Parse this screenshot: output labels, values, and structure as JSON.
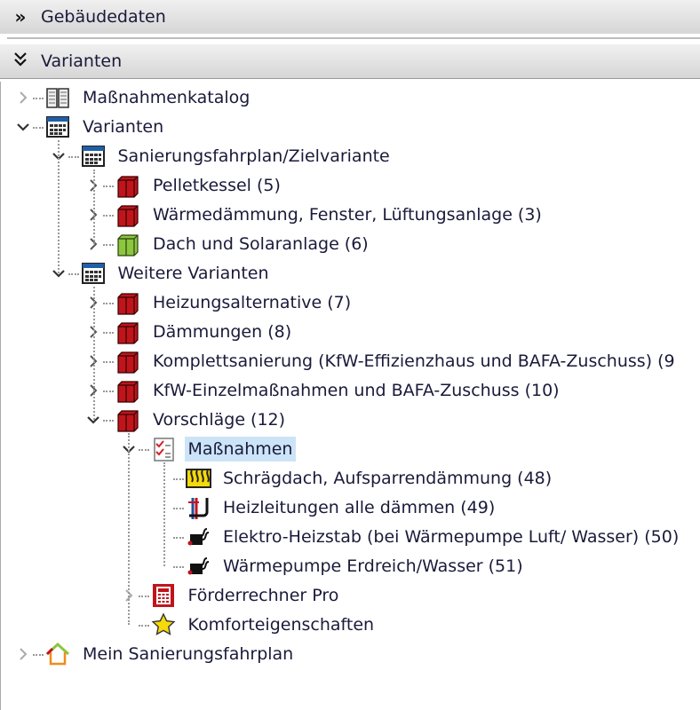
{
  "panels": [
    {
      "label": "Gebäudedaten",
      "state": "collapsed"
    },
    {
      "label": "Varianten",
      "state": "expanded"
    }
  ],
  "tree": [
    {
      "label": "Maßnahmenkatalog",
      "level": 0,
      "toggle": "collapsed-gray",
      "icon": "book-icon"
    },
    {
      "label": "Varianten",
      "level": 0,
      "toggle": "expanded",
      "icon": "calendar-icon"
    },
    {
      "label": "Sanierungsfahrplan/Zielvariante",
      "level": 1,
      "toggle": "expanded",
      "icon": "calendar-icon"
    },
    {
      "label": "Pelletkessel (5)",
      "level": 2,
      "toggle": "collapsed",
      "icon": "red-box-icon"
    },
    {
      "label": "Wärmedämmung, Fenster, Lüftungsanlage (3)",
      "level": 2,
      "toggle": "collapsed",
      "icon": "red-box-icon"
    },
    {
      "label": "Dach und Solaranlage (6)",
      "level": 2,
      "toggle": "collapsed",
      "icon": "green-box-icon"
    },
    {
      "label": "Weitere Varianten",
      "level": 1,
      "toggle": "expanded",
      "icon": "calendar-icon"
    },
    {
      "label": "Heizungsalternative (7)",
      "level": 2,
      "toggle": "collapsed",
      "icon": "red-box-icon"
    },
    {
      "label": "Dämmungen (8)",
      "level": 2,
      "toggle": "collapsed",
      "icon": "red-box-icon"
    },
    {
      "label": "Komplettsanierung (KfW-Effizienzhaus und BAFA-Zuschuss) (9",
      "level": 2,
      "toggle": "collapsed",
      "icon": "red-box-icon"
    },
    {
      "label": "KfW-Einzelmaßnahmen und BAFA-Zuschuss (10)",
      "level": 2,
      "toggle": "collapsed",
      "icon": "red-box-icon"
    },
    {
      "label": "Vorschläge (12)",
      "level": 2,
      "toggle": "expanded",
      "icon": "red-box-icon"
    },
    {
      "label": "Maßnahmen",
      "level": 3,
      "toggle": "expanded",
      "icon": "checklist-icon",
      "selected": true
    },
    {
      "label": "Schrägdach, Aufsparrendämmung (48)",
      "level": 4,
      "toggle": "none",
      "icon": "insulation-icon"
    },
    {
      "label": "Heizleitungen alle dämmen (49)",
      "level": 4,
      "toggle": "none",
      "icon": "pipes-icon"
    },
    {
      "label": "Elektro-Heizstab (bei Wärmepumpe Luft/ Wasser) (50)",
      "level": 4,
      "toggle": "none",
      "icon": "heater-icon"
    },
    {
      "label": "Wärmepumpe Erdreich/Wasser (51)",
      "level": 4,
      "toggle": "none",
      "icon": "heater-icon"
    },
    {
      "label": "Förderrechner Pro",
      "level": 3,
      "toggle": "collapsed-gray",
      "icon": "calculator-icon"
    },
    {
      "label": "Komforteigenschaften",
      "level": 3,
      "toggle": "none",
      "icon": "star-icon"
    },
    {
      "label": "Mein Sanierungsfahrplan",
      "level": 0,
      "toggle": "collapsed-gray",
      "icon": "house-icon"
    }
  ],
  "colors": {
    "selection": "#cce4f7",
    "red": "#c0141c",
    "green": "#8cc63f",
    "yellow": "#f5d90a"
  }
}
